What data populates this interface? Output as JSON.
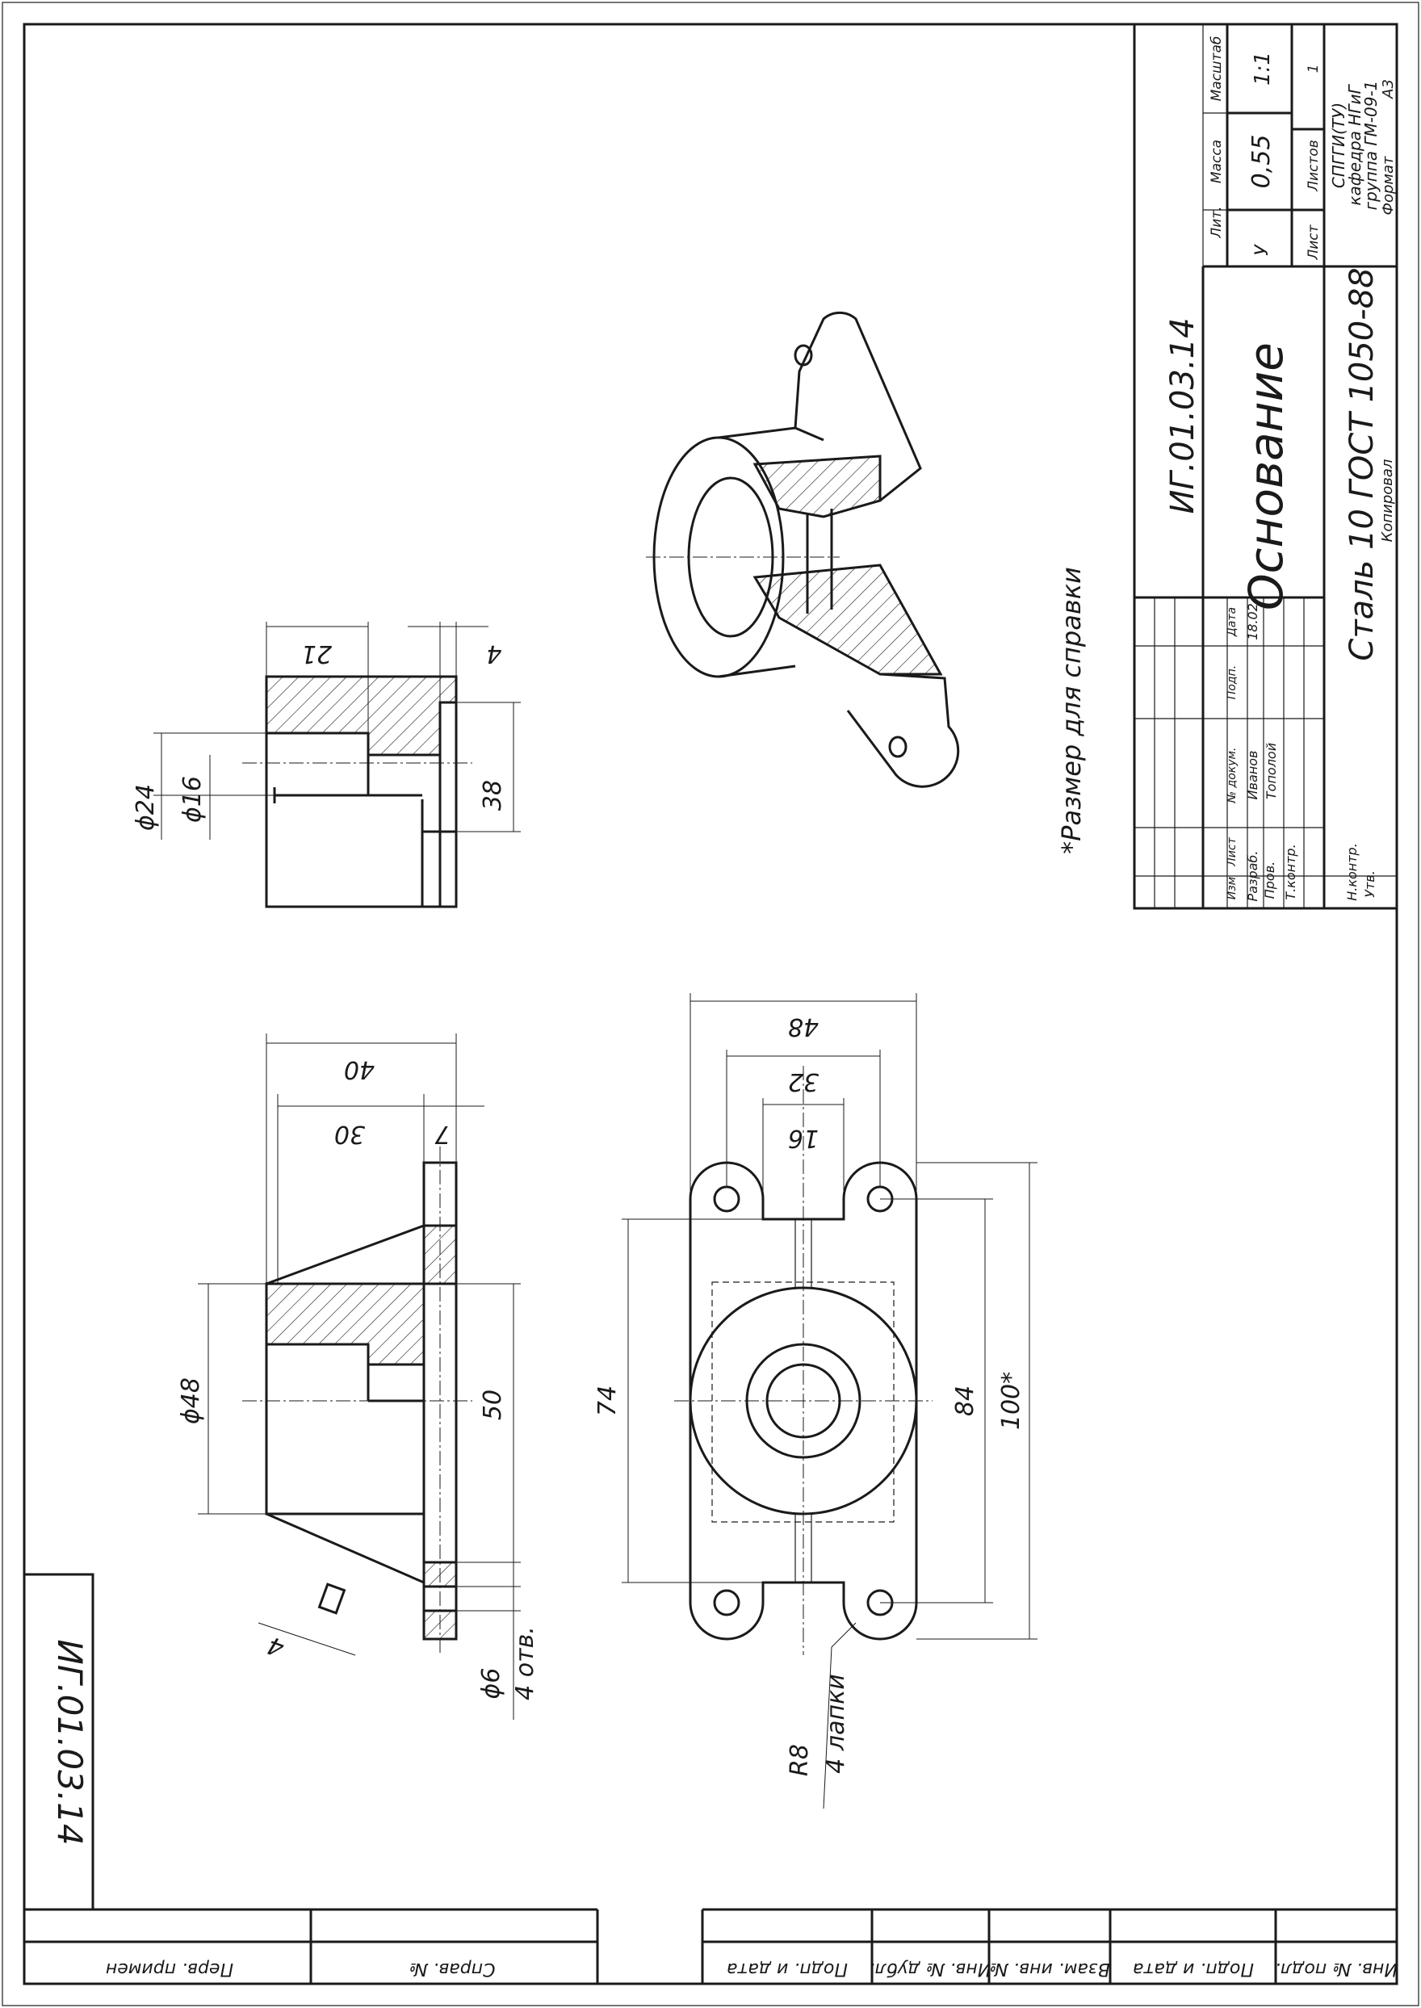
{
  "title_block": {
    "doc_code": "ИГ.01.03.14",
    "part_name": "Основание",
    "material": "Сталь 10  ГОСТ 1050-88",
    "col_lit": "Лит.",
    "col_mass": "Масса",
    "col_scale": "Масштаб",
    "lit_value": "У",
    "mass_value": "0,55",
    "scale_value": "1:1",
    "sheet_label": "Лист",
    "sheets_label": "Листов",
    "sheets_value": "1",
    "org_line1": "СПГГИ(ТУ)",
    "org_line2": "кафедра НГиГ",
    "org_line3": "группа ГМ-09-1",
    "format_label": "Формат",
    "format_value": "А3",
    "copied": "Копировал",
    "rev_hdr_izm": "Изм",
    "rev_hdr_list": "Лист",
    "rev_hdr_doc": "№ докум.",
    "rev_hdr_sign": "Подп.",
    "rev_hdr_date": "Дата",
    "role_razrab": "Разраб.",
    "role_prov": "Пров.",
    "role_tkontr": "Т.контр.",
    "role_nkontr": "Н.контр.",
    "role_utv": "Утв.",
    "razrab_name": "Иванов",
    "prov_name": "Тополой",
    "date_value": "18.02"
  },
  "corner_stamp": {
    "doc_code": "ИГ.01.03.14"
  },
  "left_strip": {
    "labels": [
      "Перв. примен",
      "Справ. №",
      "Подп. и дата",
      "Инв. № дубл.",
      "Взам. инв. №",
      "Подп. и дата",
      "Инв. № подл."
    ]
  },
  "note": "*Размер для справки",
  "dimensions": {
    "d24": "ϕ24",
    "d16": "ϕ16",
    "v21": "21",
    "v4a": "4",
    "v38": "38",
    "v40": "40",
    "v30": "30",
    "v7": "7",
    "d48": "ϕ48",
    "v50": "50",
    "v4b": "4",
    "d6": "ϕ6",
    "holes": "4 отв.",
    "v48": "48",
    "v32": "32",
    "v16": "16",
    "v74": "74",
    "v84": "84",
    "v100": "100*",
    "r8": "R8",
    "lugs": "4 лапки"
  }
}
